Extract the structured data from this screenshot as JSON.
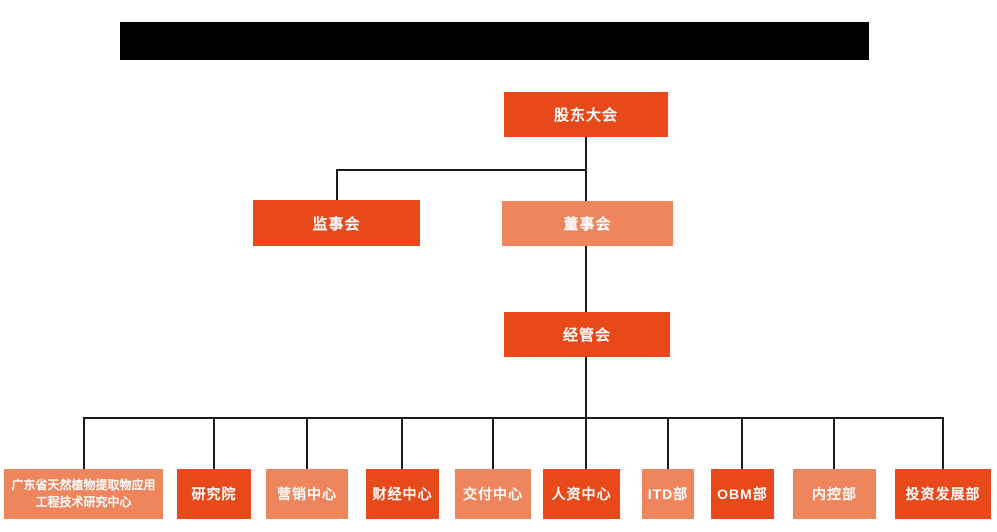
{
  "colors": {
    "primary": "#E8491B",
    "secondary": "#EE855C",
    "line": "#1A1A1A",
    "redaction": "#000000"
  },
  "nodes": {
    "shareholders": {
      "label": "股东大会",
      "variant": "primary"
    },
    "supervisory": {
      "label": "监事会",
      "variant": "primary"
    },
    "board": {
      "label": "董事会",
      "variant": "secondary"
    },
    "management": {
      "label": "经管会",
      "variant": "primary"
    }
  },
  "departments": [
    {
      "label": "广东省天然植物提取物应用工程技术研究中心",
      "variant": "secondary"
    },
    {
      "label": "研究院",
      "variant": "primary"
    },
    {
      "label": "营销中心",
      "variant": "secondary"
    },
    {
      "label": "财经中心",
      "variant": "primary"
    },
    {
      "label": "交付中心",
      "variant": "secondary"
    },
    {
      "label": "人资中心",
      "variant": "primary"
    },
    {
      "label": "ITD部",
      "variant": "secondary"
    },
    {
      "label": "OBM部",
      "variant": "primary"
    },
    {
      "label": "内控部",
      "variant": "secondary"
    },
    {
      "label": "投资发展部",
      "variant": "primary"
    }
  ]
}
